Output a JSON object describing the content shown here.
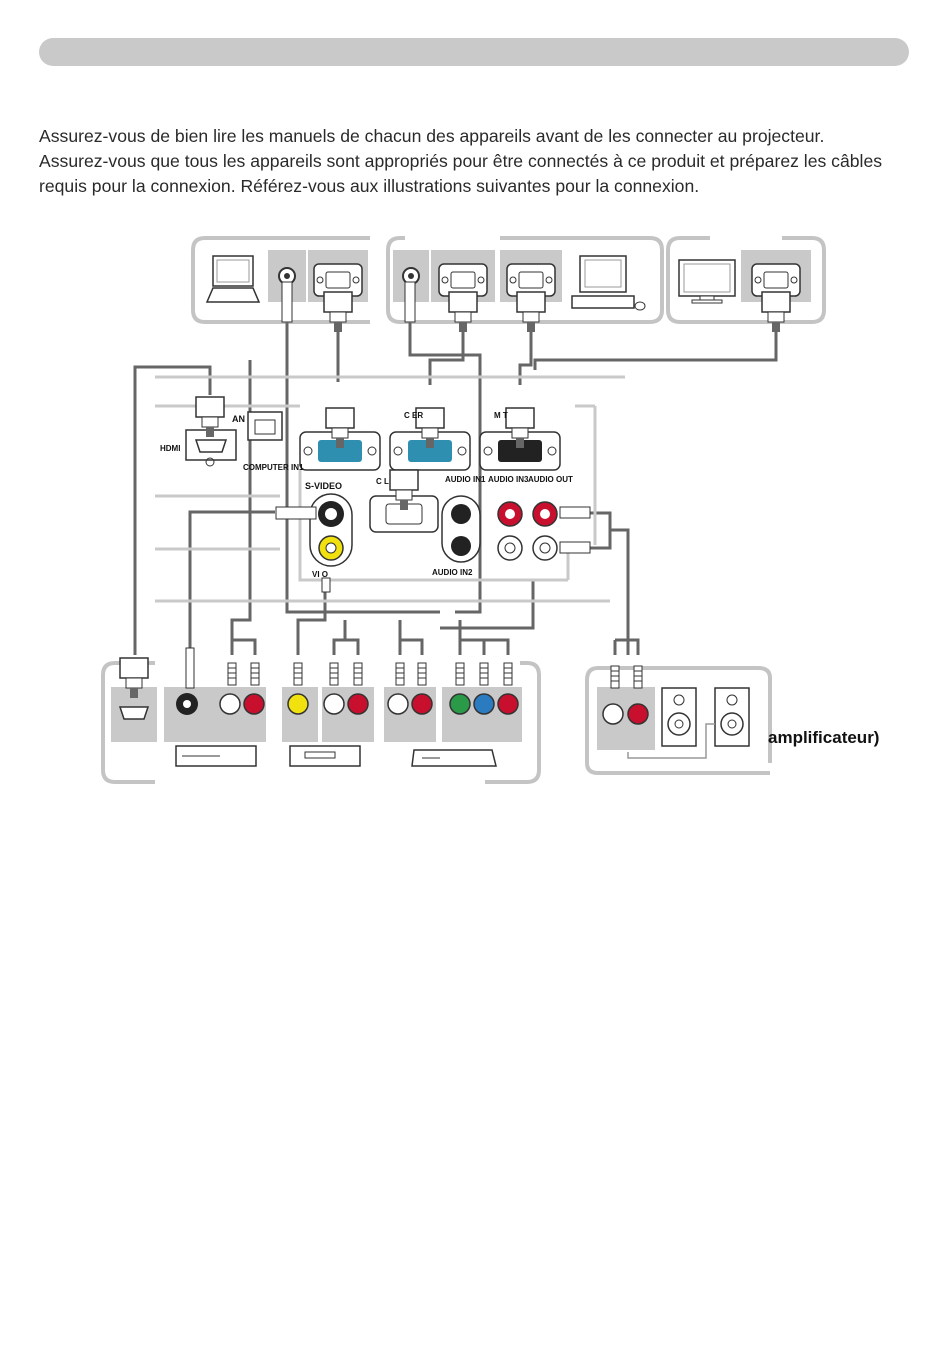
{
  "intro": {
    "line1": "Assurez-vous de bien lire les manuels de chacun des appareils avant de les connecter au projecteur.",
    "line2": "Assurez-vous que tous les appareils sont appropriés pour être connectés à ce produit et préparez les câbles requis pour la connexion. Référez-vous aux illustrations suivantes pour la connexion."
  },
  "diagram": {
    "port_labels": {
      "lan": "AN",
      "hdmi": "HDMI",
      "computer_in1": "COMPUTER IN1",
      "computer_in2": "C        ER",
      "monitor_out": "M        T",
      "s_video": "S-VIDEO",
      "control": "C        L",
      "audio_in1": "AUDIO IN1",
      "audio_in3": "AUDIO IN3",
      "audio_out": "AUDIO OUT",
      "video": "VI   O",
      "audio_in2": "AUDIO IN2"
    },
    "amplifier_label": "amplificateur)",
    "colors": {
      "cable": "#666666",
      "panel_border": "#c4c4c4",
      "port_blue": "#2f8fb0",
      "rca_red": "#c8102e",
      "rca_yellow": "#f1e20f",
      "rca_green": "#2a9a48",
      "rca_blue": "#2b7bc0"
    }
  }
}
